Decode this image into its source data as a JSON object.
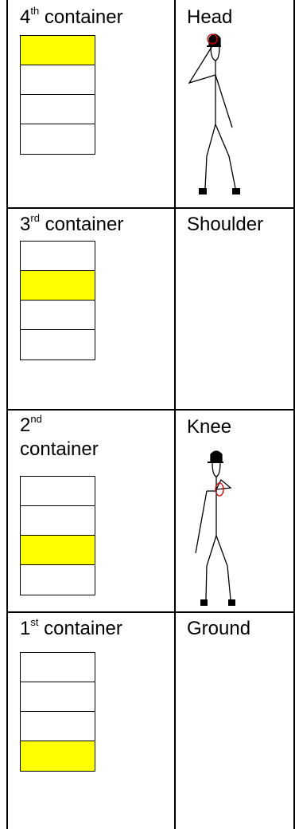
{
  "rows": [
    {
      "container_num": "4",
      "container_sup": "th",
      "container_word": "container",
      "position": "Head",
      "highlight_index": 0,
      "figure": "head-touch"
    },
    {
      "container_num": "3",
      "container_sup": "rd",
      "container_word": "container",
      "position": "Shoulder",
      "highlight_index": 1,
      "figure": "none"
    },
    {
      "container_num": "2",
      "container_sup": "nd",
      "container_word": "container",
      "position": "Knee",
      "highlight_index": 2,
      "figure": "shoulder-touch"
    },
    {
      "container_num": "1",
      "container_sup": "st",
      "container_word": "container",
      "position": "Ground",
      "highlight_index": 3,
      "figure": "none"
    }
  ],
  "colors": {
    "highlight": "#ffff00",
    "marker": "#e00000",
    "line": "#000000"
  }
}
